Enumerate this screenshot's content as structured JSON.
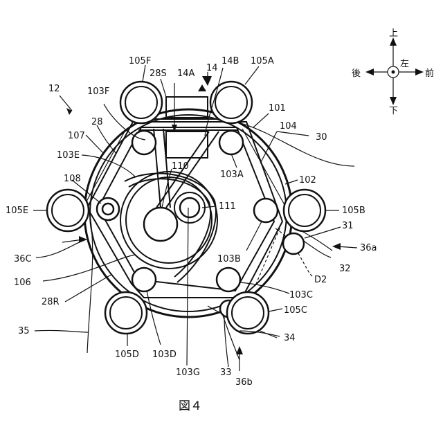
{
  "figure": {
    "caption": "図４",
    "labels": {
      "n12": "12",
      "n14": "14",
      "n14A": "14A",
      "n14B": "14B",
      "n28S": "28S",
      "n105F": "105F",
      "n105A": "105A",
      "n103F": "103F",
      "n101": "101",
      "n104": "104",
      "n30": "30",
      "n28": "28",
      "n107": "107",
      "n103E": "103E",
      "n110": "110",
      "n103A": "103A",
      "n102": "102",
      "n108": "108",
      "n105E": "105E",
      "n111": "111",
      "n105B": "105B",
      "n31": "31",
      "n36a": "36a",
      "n36C": "36C",
      "n103B": "103B",
      "n32": "32",
      "n106": "106",
      "nD2": "D2",
      "n103C": "103C",
      "n28R": "28R",
      "n105C": "105C",
      "n35": "35",
      "n34": "34",
      "n105D": "105D",
      "n103D": "103D",
      "n103G": "103G",
      "n33": "33",
      "n36b": "36b"
    },
    "compass": {
      "up": "上",
      "down": "下",
      "left": "後",
      "right": "前",
      "center_label": "左"
    }
  }
}
